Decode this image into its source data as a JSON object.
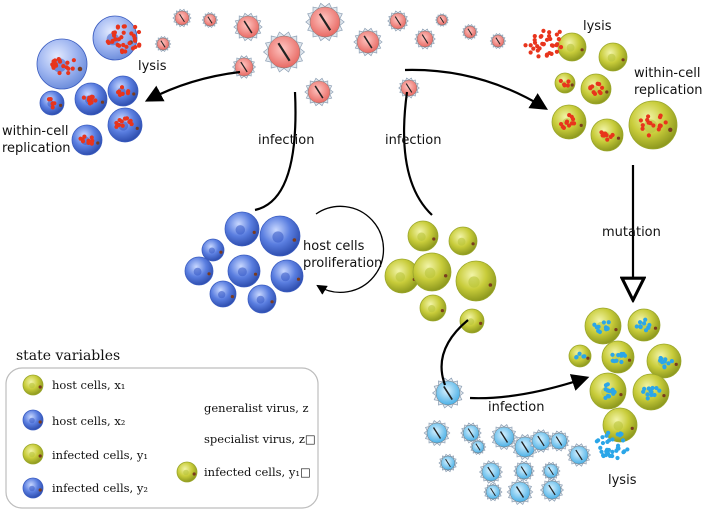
{
  "labels": {
    "lysis_top_left": "lysis",
    "lysis_top_right": "lysis",
    "lysis_bottom": "lysis",
    "within_cell_left": [
      "within-cell",
      "replication"
    ],
    "within_cell_right": [
      "within-cell",
      "replication"
    ],
    "infection_left": "infection",
    "infection_mid": "infection",
    "infection_bottom": "infection",
    "mutation": "mutation",
    "proliferation": [
      "host cells",
      "proliferation"
    ]
  },
  "legend": {
    "title": "state variables",
    "items": [
      {
        "text": "host cells, x₁"
      },
      {
        "text": "host cells, x₂"
      },
      {
        "text": "infected cells, y₁"
      },
      {
        "text": "infected cells, y₂"
      },
      {
        "text": "generalist virus, z"
      },
      {
        "text": "specialist virus, z□"
      },
      {
        "text": "infected cells, y₁□"
      }
    ]
  },
  "colors": {
    "blue_cell": "#4a6fd8",
    "yellow_cell": "#c8cc3a",
    "generalist_dot": "#e8341c",
    "specialist_dot": "#2ba6e8",
    "virus_pink": "#f08a86",
    "virus_blue": "#7ac8f0"
  }
}
